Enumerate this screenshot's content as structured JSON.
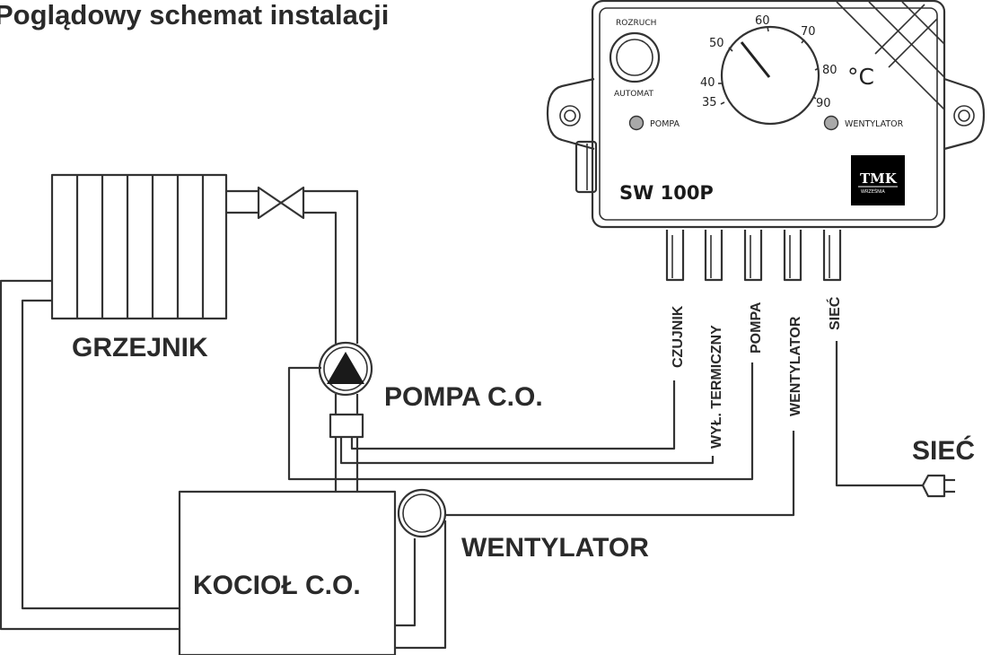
{
  "title": "Poglądowy schemat instalacji",
  "components": {
    "radiator_label": "GRZEJNIK",
    "pump_label": "POMPA C.O.",
    "boiler_label": "KOCIOŁ C.O.",
    "fan_label": "WENTYLATOR",
    "mains_label": "SIEĆ"
  },
  "controller": {
    "model": "SW 100P",
    "switch_top_label": "ROZRUCH",
    "switch_bottom_label": "AUTOMAT",
    "pump_led_label": "POMPA",
    "fan_led_label": "WENTYLATOR",
    "unit_label": "°C",
    "dial_scale": [
      "35",
      "40",
      "50",
      "60",
      "70",
      "80",
      "90"
    ],
    "logo_text": "TMK",
    "logo_subtext": "WRZEŚNIA",
    "led_color": "#a9a9a9",
    "logo_bg": "#000000"
  },
  "cables": [
    "CZUJNIK",
    "WYŁ. TERMICZNY",
    "POMPA",
    "WENTYLATOR",
    "SIEĆ"
  ]
}
